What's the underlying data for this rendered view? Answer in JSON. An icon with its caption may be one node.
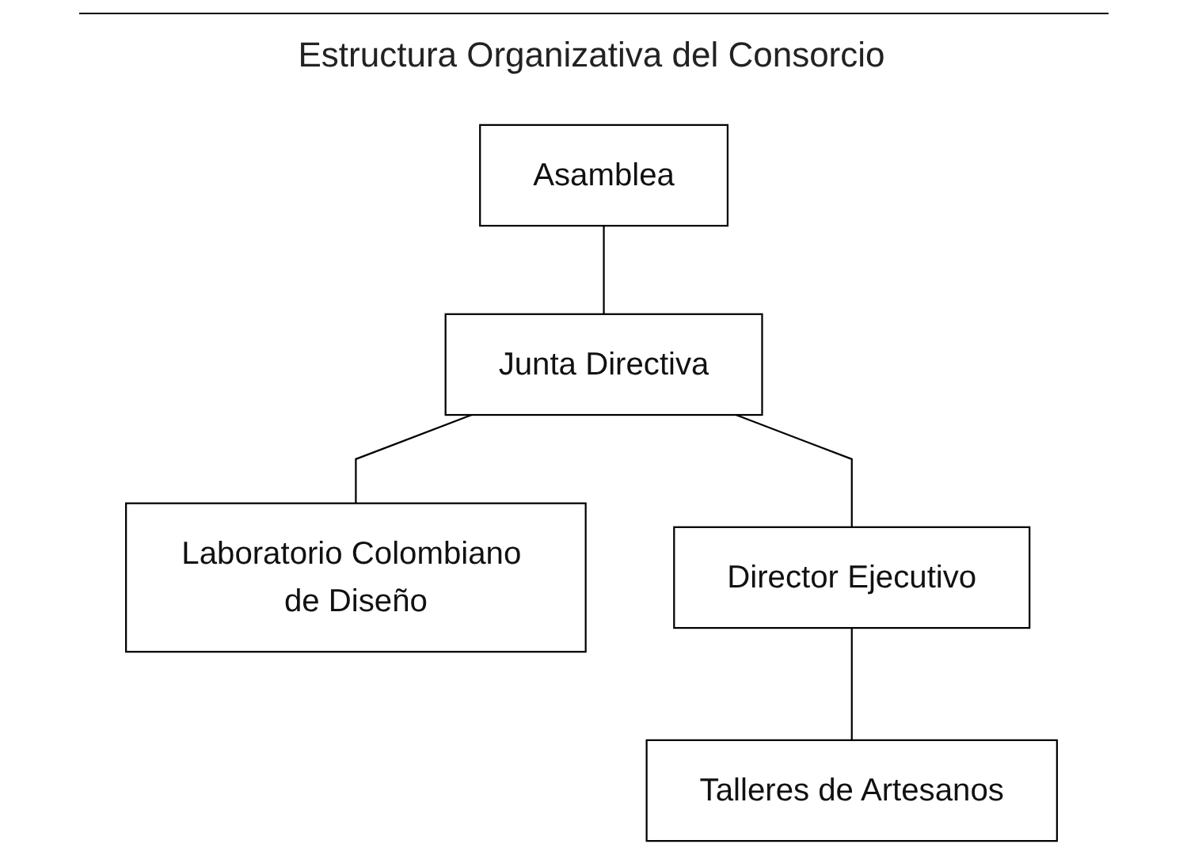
{
  "diagram": {
    "title": "Estructura Organizativa del Consorcio",
    "nodes": [
      {
        "text": [
          "Asamblea"
        ]
      },
      {
        "text": [
          "Junta Directiva"
        ]
      },
      {
        "text": [
          "Laboratorio Colombiano de Diseño"
        ]
      },
      {
        "text": [
          "Director Ejecutivo"
        ]
      },
      {
        "text": [
          "Talleres de Artesanos"
        ]
      }
    ],
    "edges": [
      {
        "from": 0,
        "to": 1,
        "arrow": "none"
      },
      {
        "from": 1,
        "to": 2,
        "arrow": "none"
      },
      {
        "from": 1,
        "to": 3,
        "arrow": "none"
      },
      {
        "from": 3,
        "to": 4,
        "arrow": "none"
      }
    ]
  }
}
